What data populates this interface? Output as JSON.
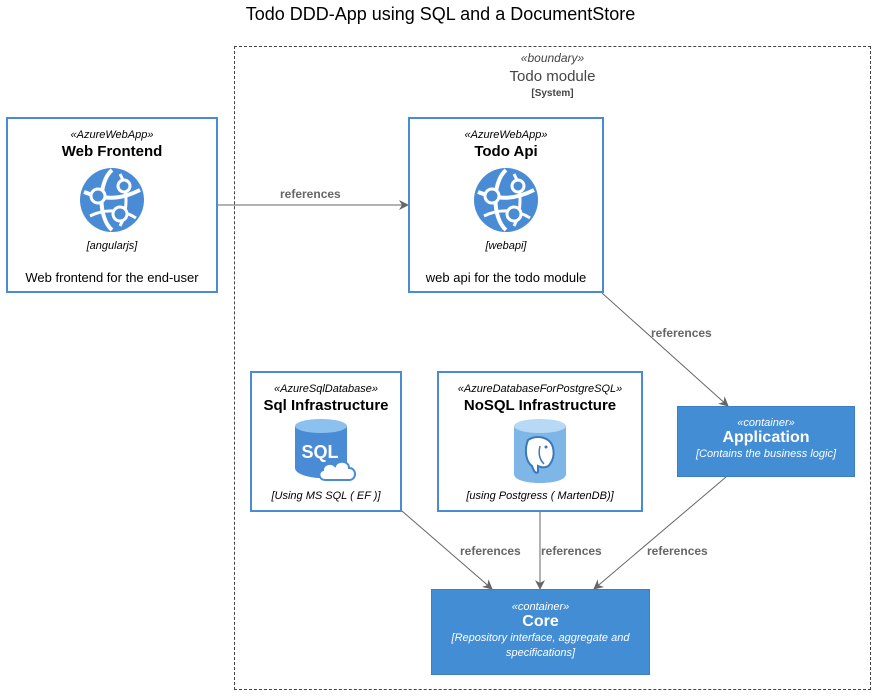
{
  "diagram": {
    "title": "Todo DDD-App using SQL and a DocumentStore",
    "boundary": {
      "stereotype": "«boundary»",
      "name": "Todo module",
      "type": "[System]"
    },
    "nodes": {
      "web_frontend": {
        "stereotype": "«AzureWebApp»",
        "name": "Web Frontend",
        "icon": "azure-webapp-icon",
        "technology": "[angularjs]",
        "description": "Web frontend for the end-user"
      },
      "todo_api": {
        "stereotype": "«AzureWebApp»",
        "name": "Todo Api",
        "icon": "azure-webapp-icon",
        "technology": "[webapi]",
        "description": "web api for the todo module"
      },
      "sql_infra": {
        "stereotype": "«AzureSqlDatabase»",
        "name": "Sql Infrastructure",
        "icon": "azure-sql-database-icon",
        "technology": "[Using MS SQL ( EF )]"
      },
      "nosql_infra": {
        "stereotype": "«AzureDatabaseForPostgreSQL»",
        "name": "NoSQL Infrastructure",
        "icon": "azure-postgresql-icon",
        "technology": "[using Postgress ( MartenDB)]"
      },
      "application": {
        "stereotype": "«container»",
        "name": "Application",
        "description": "[Contains the business logic]"
      },
      "core": {
        "stereotype": "«container»",
        "name": "Core",
        "description_line1": "[Repository interface, aggregate and",
        "description_line2": "specifications]"
      }
    },
    "edges": [
      {
        "from": "Web Frontend",
        "to": "Todo Api",
        "label": "references"
      },
      {
        "from": "Todo Api",
        "to": "Application",
        "label": "references"
      },
      {
        "from": "Sql Infrastructure",
        "to": "Core",
        "label": "references"
      },
      {
        "from": "NoSQL Infrastructure",
        "to": "Core",
        "label": "references"
      },
      {
        "from": "Application",
        "to": "Core",
        "label": "references"
      }
    ],
    "colors": {
      "node_border": "#4a8bd6",
      "container_fill": "#438dd5",
      "edge": "#666666",
      "icon_blue": "#4a8bd6"
    },
    "sql_icon_text": "SQL"
  }
}
